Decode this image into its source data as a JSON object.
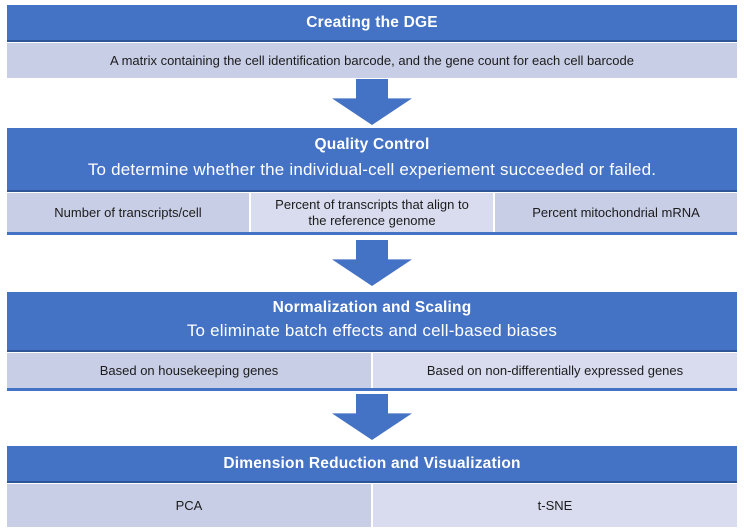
{
  "colors": {
    "blue": "#4472C4",
    "blue_dark_border": "#2E5597",
    "cell_dark": "#C8CEE6",
    "cell_light": "#D8DCEE",
    "text_dark": "#1c1c1c",
    "text_light": "#ffffff"
  },
  "sections": [
    {
      "title": "Creating the DGE",
      "cells": [
        "A matrix containing the cell identification barcode, and the gene count for each cell barcode"
      ]
    },
    {
      "title": "Quality Control",
      "subtitle": "To determine whether the individual-cell experiement succeeded or failed.",
      "cells": [
        "Number of transcripts/cell",
        "Percent of transcripts that align to the reference genome",
        "Percent mitochondrial mRNA"
      ]
    },
    {
      "title": "Normalization and Scaling",
      "subtitle": "To eliminate batch effects and cell-based biases",
      "cells": [
        "Based on housekeeping genes",
        "Based on non-differentially expressed genes"
      ]
    },
    {
      "title": "Dimension Reduction and Visualization",
      "cells": [
        "PCA",
        "t-SNE"
      ]
    }
  ],
  "arrows": [
    {
      "name": "down-arrow"
    },
    {
      "name": "down-arrow"
    },
    {
      "name": "down-arrow"
    }
  ]
}
